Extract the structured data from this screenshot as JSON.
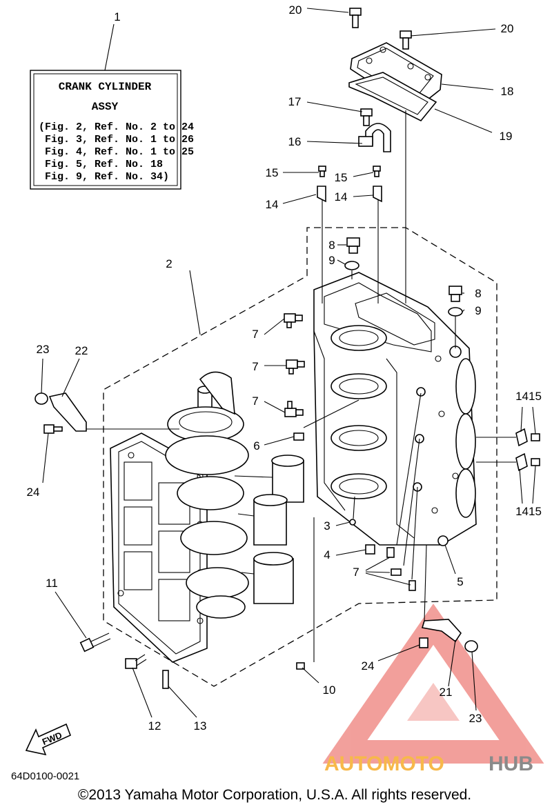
{
  "info_box": {
    "title_line1": "CRANK CYLINDER",
    "title_line2": "ASSY",
    "refs": [
      "(Fig. 2, Ref. No. 2 to 24",
      " Fig. 3, Ref. No. 1 to 26",
      " Fig. 4, Ref. No. 1 to 25",
      " Fig. 5, Ref. No. 18",
      " Fig. 9, Ref. No. 34)"
    ]
  },
  "callouts": {
    "c1": "1",
    "c2": "2",
    "c3": "3",
    "c4": "4",
    "c5": "5",
    "c6": "6",
    "c7a": "7",
    "c7b": "7",
    "c7c": "7",
    "c7d": "7",
    "c8a": "8",
    "c8b": "8",
    "c9a": "9",
    "c9b": "9",
    "c10": "10",
    "c11": "11",
    "c12": "12",
    "c13": "13",
    "c14a": "14",
    "c14b": "14",
    "c15a": "15",
    "c15b": "15",
    "c16": "16",
    "c17": "17",
    "c18": "18",
    "c19": "19",
    "c20a": "20",
    "c20b": "20",
    "c21": "21",
    "c22": "22",
    "c23a": "23",
    "c23b": "23",
    "c24a": "24",
    "c24b": "24",
    "c1415a": "1415",
    "c1415b": "1415"
  },
  "fwd_label": "FWD",
  "diagram_code": "64D0100-0021",
  "copyright": "©2013 Yamaha Motor Corporation, U.S.A. All rights reserved.",
  "watermark": {
    "part1": "AUTOMOTO",
    "part2": "HUB",
    "color_light": "#f7b84a",
    "color_dark": "#e8524a",
    "color_gray": "#8a8a8a"
  }
}
